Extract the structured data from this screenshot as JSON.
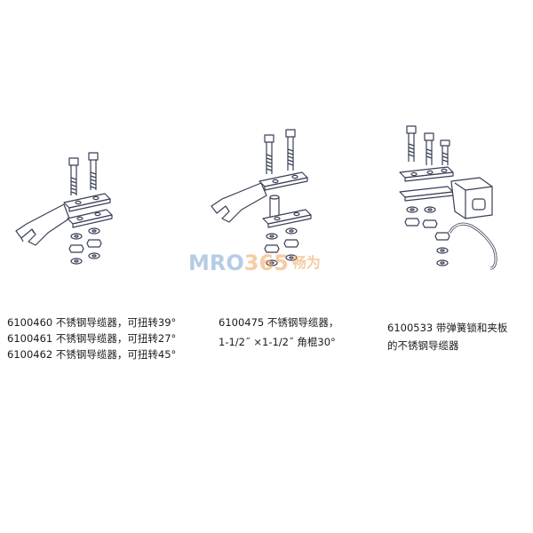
{
  "watermark": {
    "brand": "MRO",
    "number": "365",
    "suffix": "畅为"
  },
  "figures": [
    {
      "caption_lines": [
        "6100460 不锈钢导缆器，可扭转39°",
        "6100461 不锈钢导缆器，可扭转27°",
        "6100462 不锈钢导缆器，可扭转45°"
      ]
    },
    {
      "caption_lines": [
        "6100475 不锈钢导缆器，",
        "1-1/2˝ ×1-1/2˝ 角棍30°"
      ]
    },
    {
      "caption_lines": [
        "6100533 带弹簧锁和夹板",
        "的不锈钢导缆器"
      ]
    }
  ],
  "colors": {
    "line": "#3a3f57",
    "watermark_blue": "#7aa4cf",
    "watermark_orange": "#f0a35c"
  }
}
